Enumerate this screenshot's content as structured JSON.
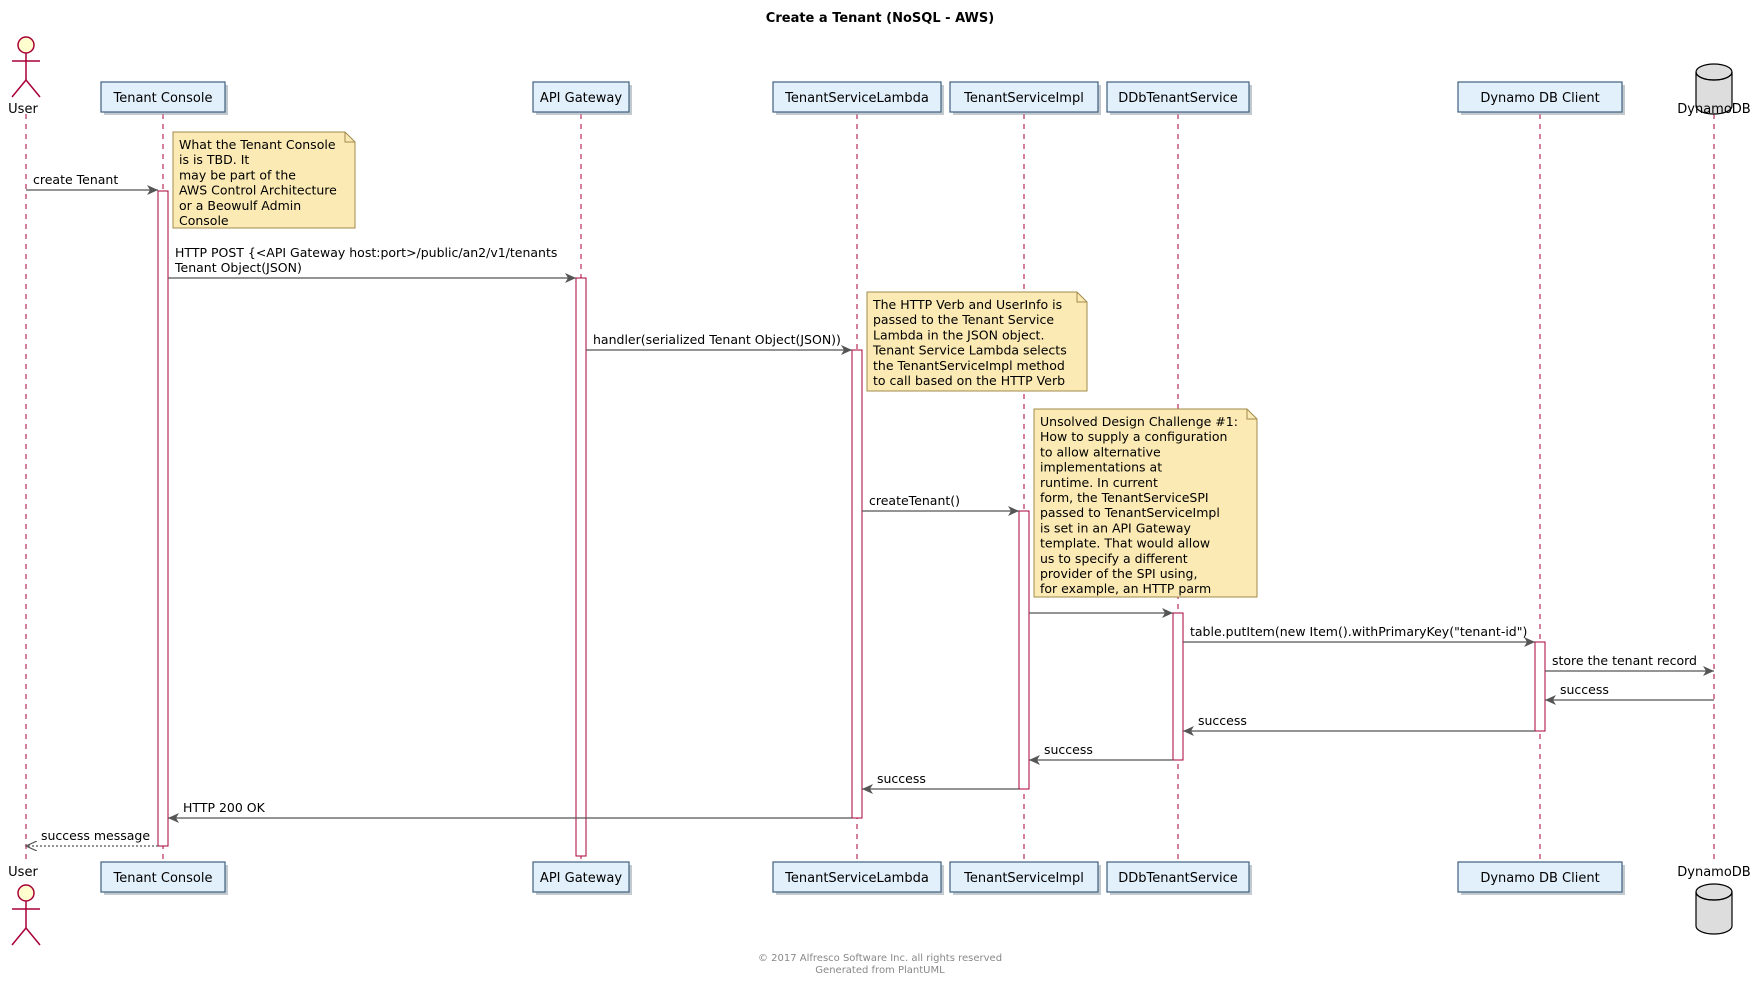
{
  "title": "Create a Tenant (NoSQL - AWS)",
  "participants": [
    {
      "id": "user",
      "label": "User",
      "kind": "actor"
    },
    {
      "id": "console",
      "label": "Tenant Console",
      "kind": "box"
    },
    {
      "id": "gateway",
      "label": "API Gateway",
      "kind": "box"
    },
    {
      "id": "lambda",
      "label": "TenantServiceLambda",
      "kind": "box"
    },
    {
      "id": "impl",
      "label": "TenantServiceImpl",
      "kind": "box"
    },
    {
      "id": "ddb",
      "label": "DDbTenantService",
      "kind": "box"
    },
    {
      "id": "client",
      "label": "Dynamo DB Client",
      "kind": "box"
    },
    {
      "id": "dynamo",
      "label": "DynamoDB",
      "kind": "database"
    }
  ],
  "messages": [
    {
      "from": "user",
      "to": "console",
      "lines": [
        "create Tenant"
      ],
      "style": "solid"
    },
    {
      "from": "console",
      "to": "gateway",
      "lines": [
        "HTTP POST {<API Gateway host:port>/public/an2/v1/tenants",
        "Tenant Object(JSON)"
      ],
      "style": "solid"
    },
    {
      "from": "gateway",
      "to": "lambda",
      "lines": [
        "handler(serialized Tenant Object(JSON))"
      ],
      "style": "solid"
    },
    {
      "from": "lambda",
      "to": "impl",
      "lines": [
        "createTenant()"
      ],
      "style": "solid"
    },
    {
      "from": "impl",
      "to": "ddb",
      "lines": [
        ""
      ],
      "style": "solid"
    },
    {
      "from": "ddb",
      "to": "client",
      "lines": [
        "table.putItem(new Item().withPrimaryKey(\"tenant-id\")"
      ],
      "style": "solid"
    },
    {
      "from": "client",
      "to": "dynamo",
      "lines": [
        "store the tenant record"
      ],
      "style": "solid"
    },
    {
      "from": "dynamo",
      "to": "client",
      "lines": [
        "success"
      ],
      "style": "solid"
    },
    {
      "from": "client",
      "to": "ddb",
      "lines": [
        "success"
      ],
      "style": "solid"
    },
    {
      "from": "ddb",
      "to": "impl",
      "lines": [
        "success"
      ],
      "style": "solid"
    },
    {
      "from": "impl",
      "to": "lambda",
      "lines": [
        "success"
      ],
      "style": "solid"
    },
    {
      "from": "lambda",
      "to": "console",
      "lines": [
        "HTTP 200 OK"
      ],
      "style": "solid"
    },
    {
      "from": "console",
      "to": "user",
      "lines": [
        "success message"
      ],
      "style": "dashed"
    }
  ],
  "notes": [
    {
      "id": "note-console",
      "lines": [
        "What the Tenant Console",
        "is is TBD.  It",
        "may be part of the",
        "AWS Control Architecture",
        "or a Beowulf Admin",
        "Console"
      ]
    },
    {
      "id": "note-lambda",
      "lines": [
        "The HTTP Verb and UserInfo is",
        "passed to the Tenant Service",
        "Lambda in the JSON object.",
        "Tenant Service Lambda selects",
        "the TenantServiceImpl method",
        "to call based on the HTTP Verb"
      ]
    },
    {
      "id": "note-impl",
      "lines": [
        "Unsolved Design Challenge #1:",
        "How to supply a configuration",
        "to allow alternative",
        "implementations at",
        "runtime.  In current",
        "form, the TenantServiceSPI",
        "passed to TenantServiceImpl",
        "is set in an API Gateway",
        "template.   That would allow",
        "us to specify a different",
        "provider of the SPI using,",
        "for example, an HTTP parm"
      ]
    }
  ],
  "footer": {
    "copyright": "© 2017 Alfresco Software Inc. all rights reserved",
    "generated": "Generated from PlantUML"
  },
  "colors": {
    "lifeline": "#A80036",
    "participant_fill": "#E2F0FB",
    "participant_border": "#3F5F7F",
    "actor_fill": "#FEFECE",
    "note_fill": "#FBEAB4",
    "note_border": "#A08B4B",
    "database_fill": "#DDDDDD",
    "arrow": "#555555"
  }
}
